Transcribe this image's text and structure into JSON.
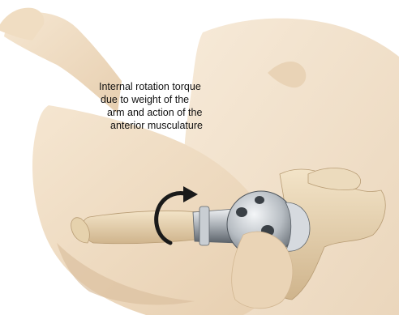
{
  "annotation": {
    "lines": [
      "Internal rotation torque",
      "due to weight of the",
      "arm and action of  the",
      "anterior musculature"
    ]
  },
  "colors": {
    "skin": "#efdcc3",
    "skin_shadow": "#e3c9a8",
    "bone": "#ead8ba",
    "bone_shadow": "#cdb38b",
    "metal_light": "#e4e7ea",
    "metal_mid": "#a9afb5",
    "metal_dark": "#5f666d",
    "arrow": "#1a1a1a",
    "text": "#111111"
  },
  "icons": {
    "rotation": "curved-rotation-arrow"
  }
}
